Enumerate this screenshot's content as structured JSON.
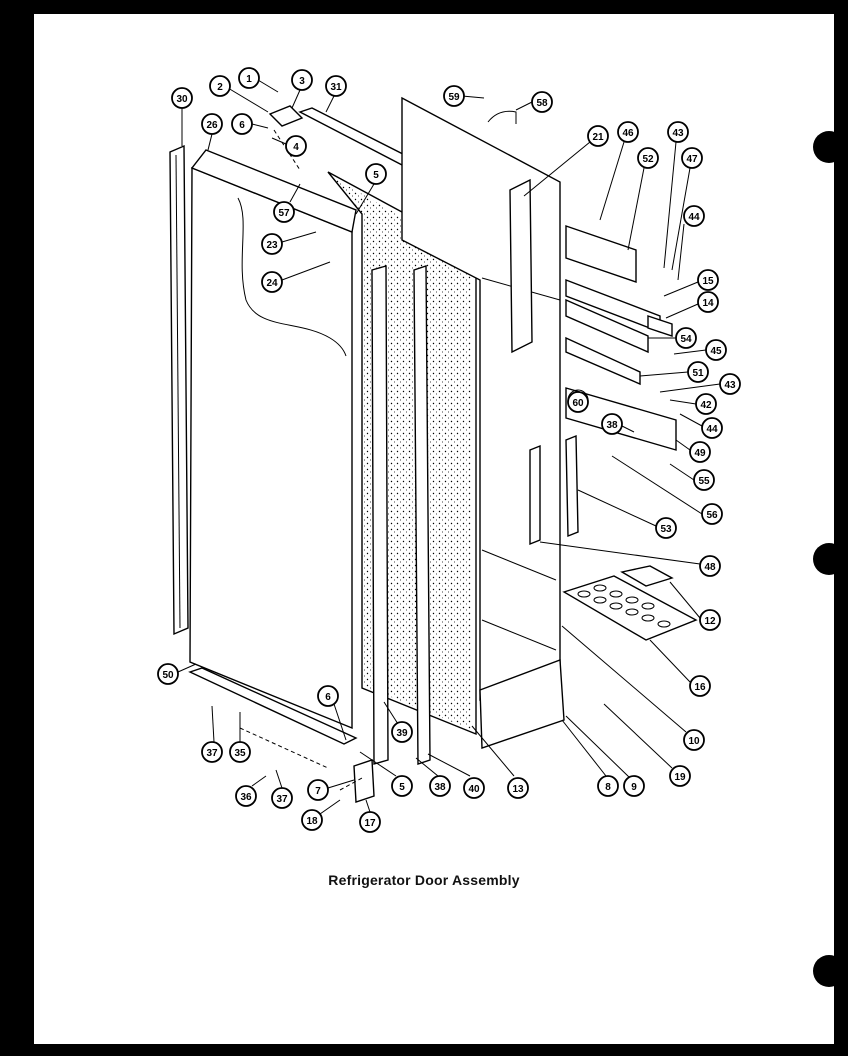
{
  "caption": "Refrigerator Door Assembly",
  "callouts": [
    "1",
    "2",
    "3",
    "31",
    "59",
    "58",
    "30",
    "26",
    "6",
    "4",
    "5",
    "21",
    "46",
    "43",
    "52",
    "47",
    "57",
    "23",
    "24",
    "44",
    "15",
    "14",
    "54",
    "45",
    "51",
    "43",
    "42",
    "60",
    "38",
    "44",
    "49",
    "55",
    "56",
    "53",
    "48",
    "12",
    "16",
    "50",
    "6",
    "39",
    "5",
    "38",
    "40",
    "13",
    "10",
    "8",
    "9",
    "19",
    "37",
    "35",
    "36",
    "37",
    "7",
    "18",
    "17"
  ]
}
